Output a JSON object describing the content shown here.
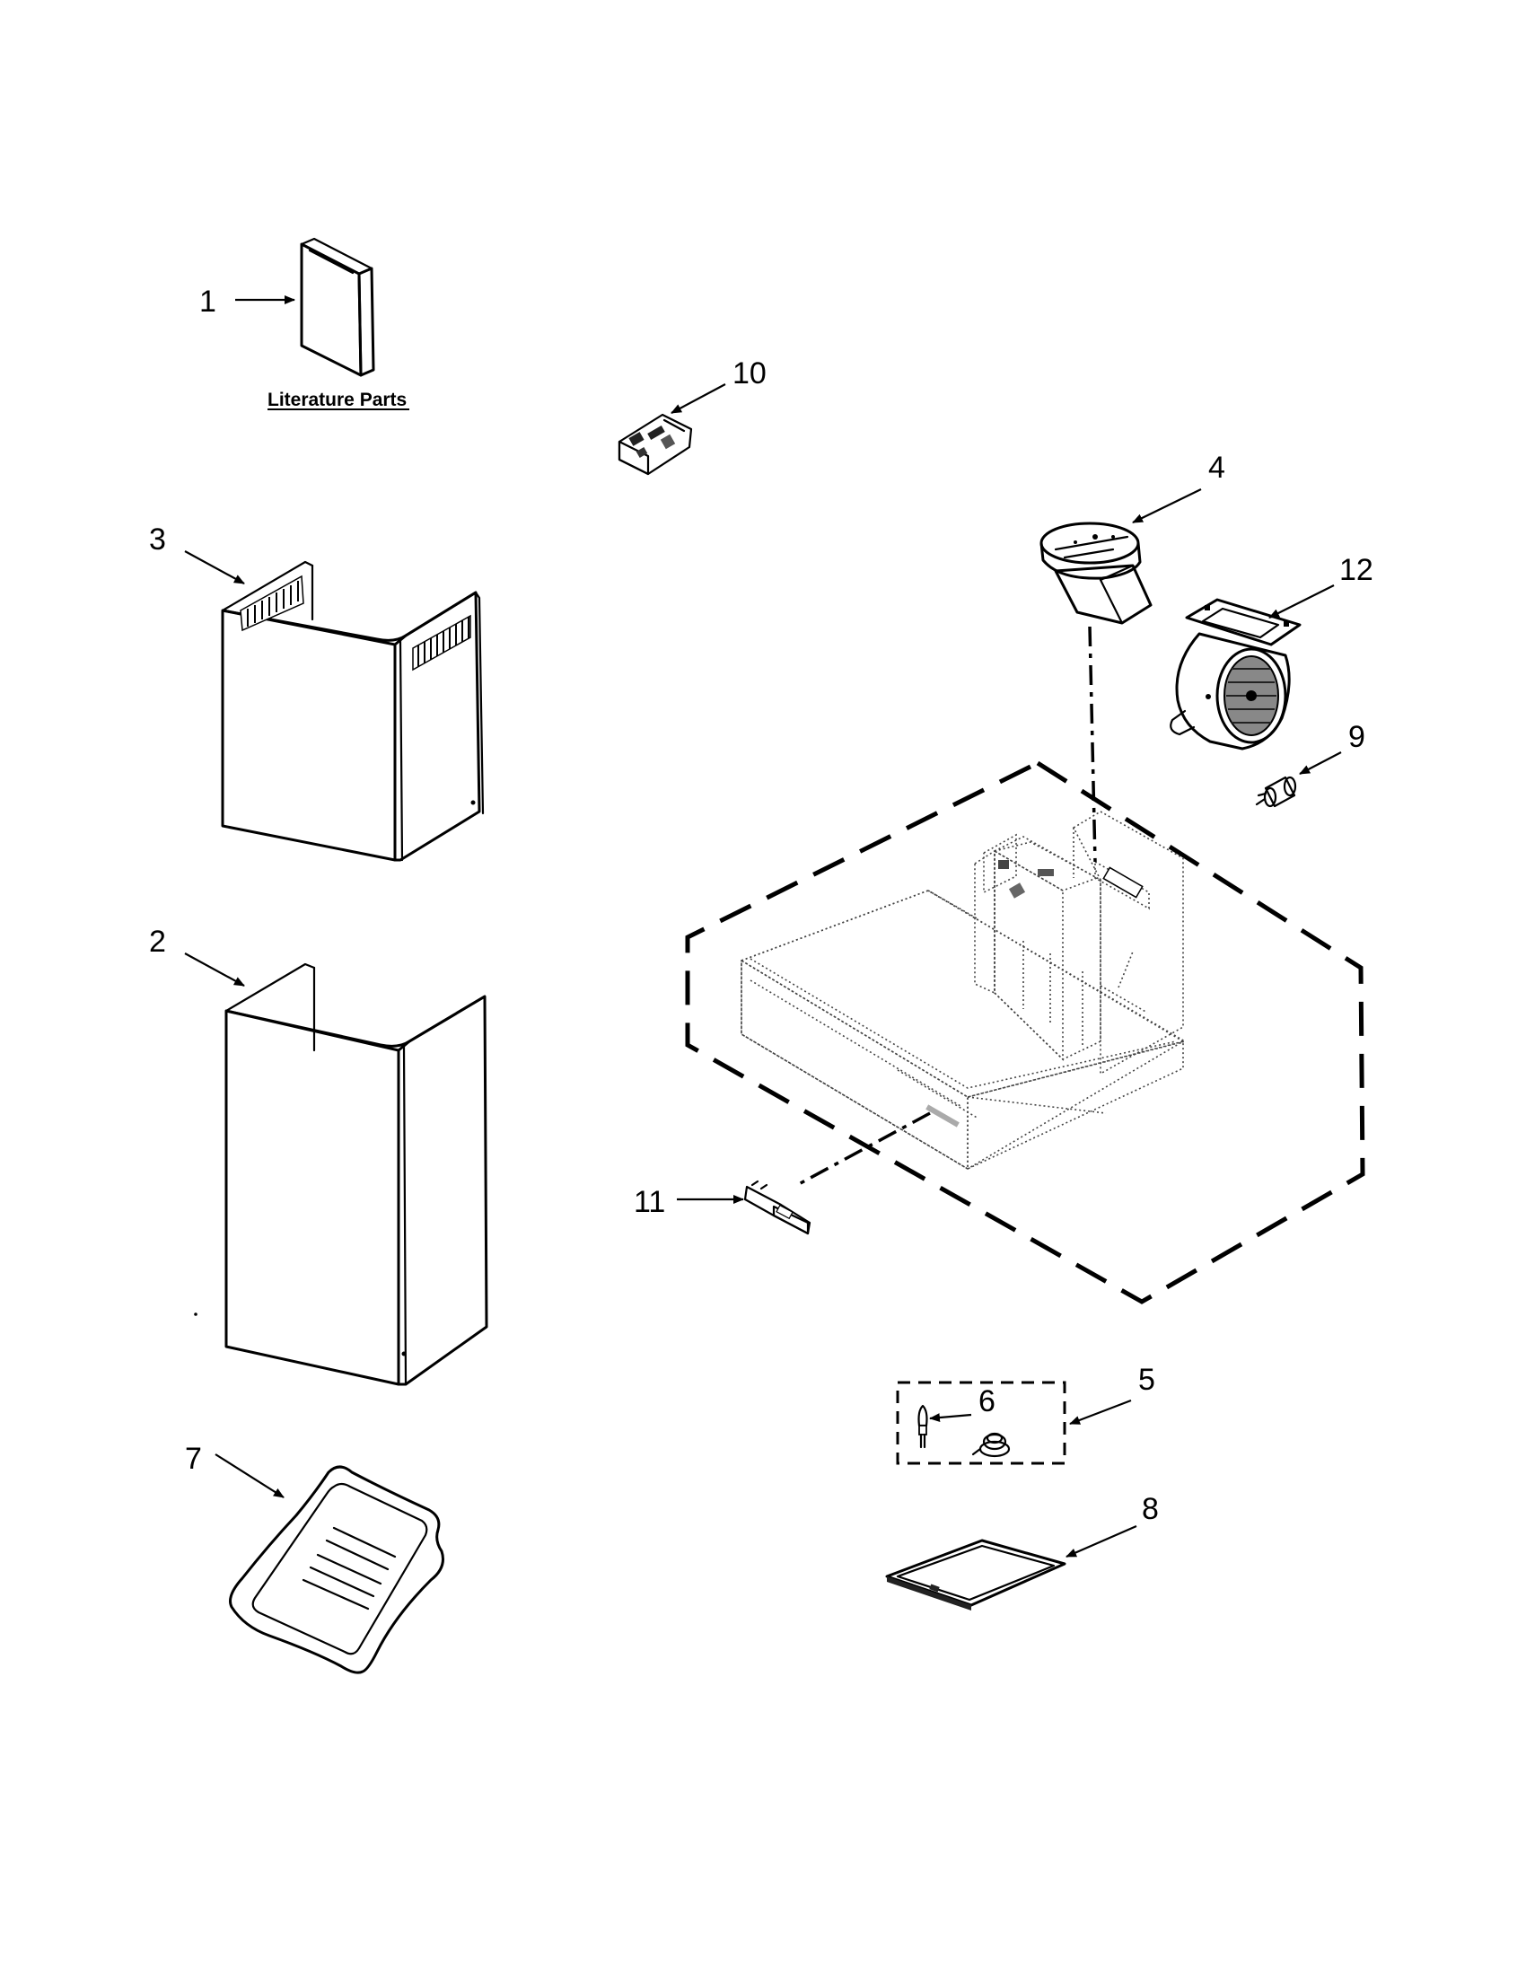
{
  "diagram": {
    "callouts": [
      {
        "id": "1",
        "label": "1"
      },
      {
        "id": "2",
        "label": "2"
      },
      {
        "id": "3",
        "label": "3"
      },
      {
        "id": "4",
        "label": "4"
      },
      {
        "id": "5",
        "label": "5"
      },
      {
        "id": "6",
        "label": "6"
      },
      {
        "id": "7",
        "label": "7"
      },
      {
        "id": "8",
        "label": "8"
      },
      {
        "id": "9",
        "label": "9"
      },
      {
        "id": "10",
        "label": "10"
      },
      {
        "id": "11",
        "label": "11"
      },
      {
        "id": "12",
        "label": "12"
      }
    ],
    "literature_link": "Literature Parts"
  }
}
